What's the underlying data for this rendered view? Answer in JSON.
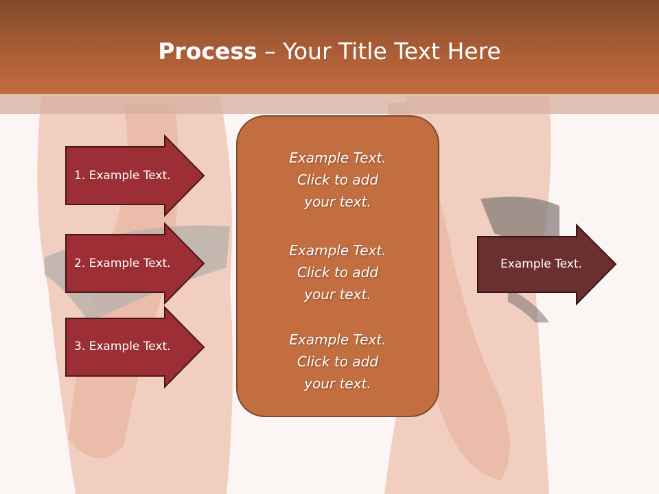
{
  "slide": {
    "title_bold": "Process",
    "title_rest": " – Your Title Text Here"
  },
  "left_arrows": [
    {
      "label": "1. Example Text."
    },
    {
      "label": "2. Example Text."
    },
    {
      "label": "3. Example Text."
    }
  ],
  "center_box": {
    "items": [
      {
        "line1": "Example Text.",
        "line2": "Click  to add",
        "line3": "your text."
      },
      {
        "line1": "Example Text.",
        "line2": "Click  to add",
        "line3": "your text."
      },
      {
        "line1": "Example Text.",
        "line2": "Click  to add",
        "line3": "your text."
      }
    ]
  },
  "right_arrow": {
    "label": "Example Text."
  },
  "colors": {
    "header": "#b8643a",
    "left_arrow_fill": "#9b2f35",
    "center_box_fill": "#c26e40",
    "right_arrow_fill": "#6b2f30"
  }
}
